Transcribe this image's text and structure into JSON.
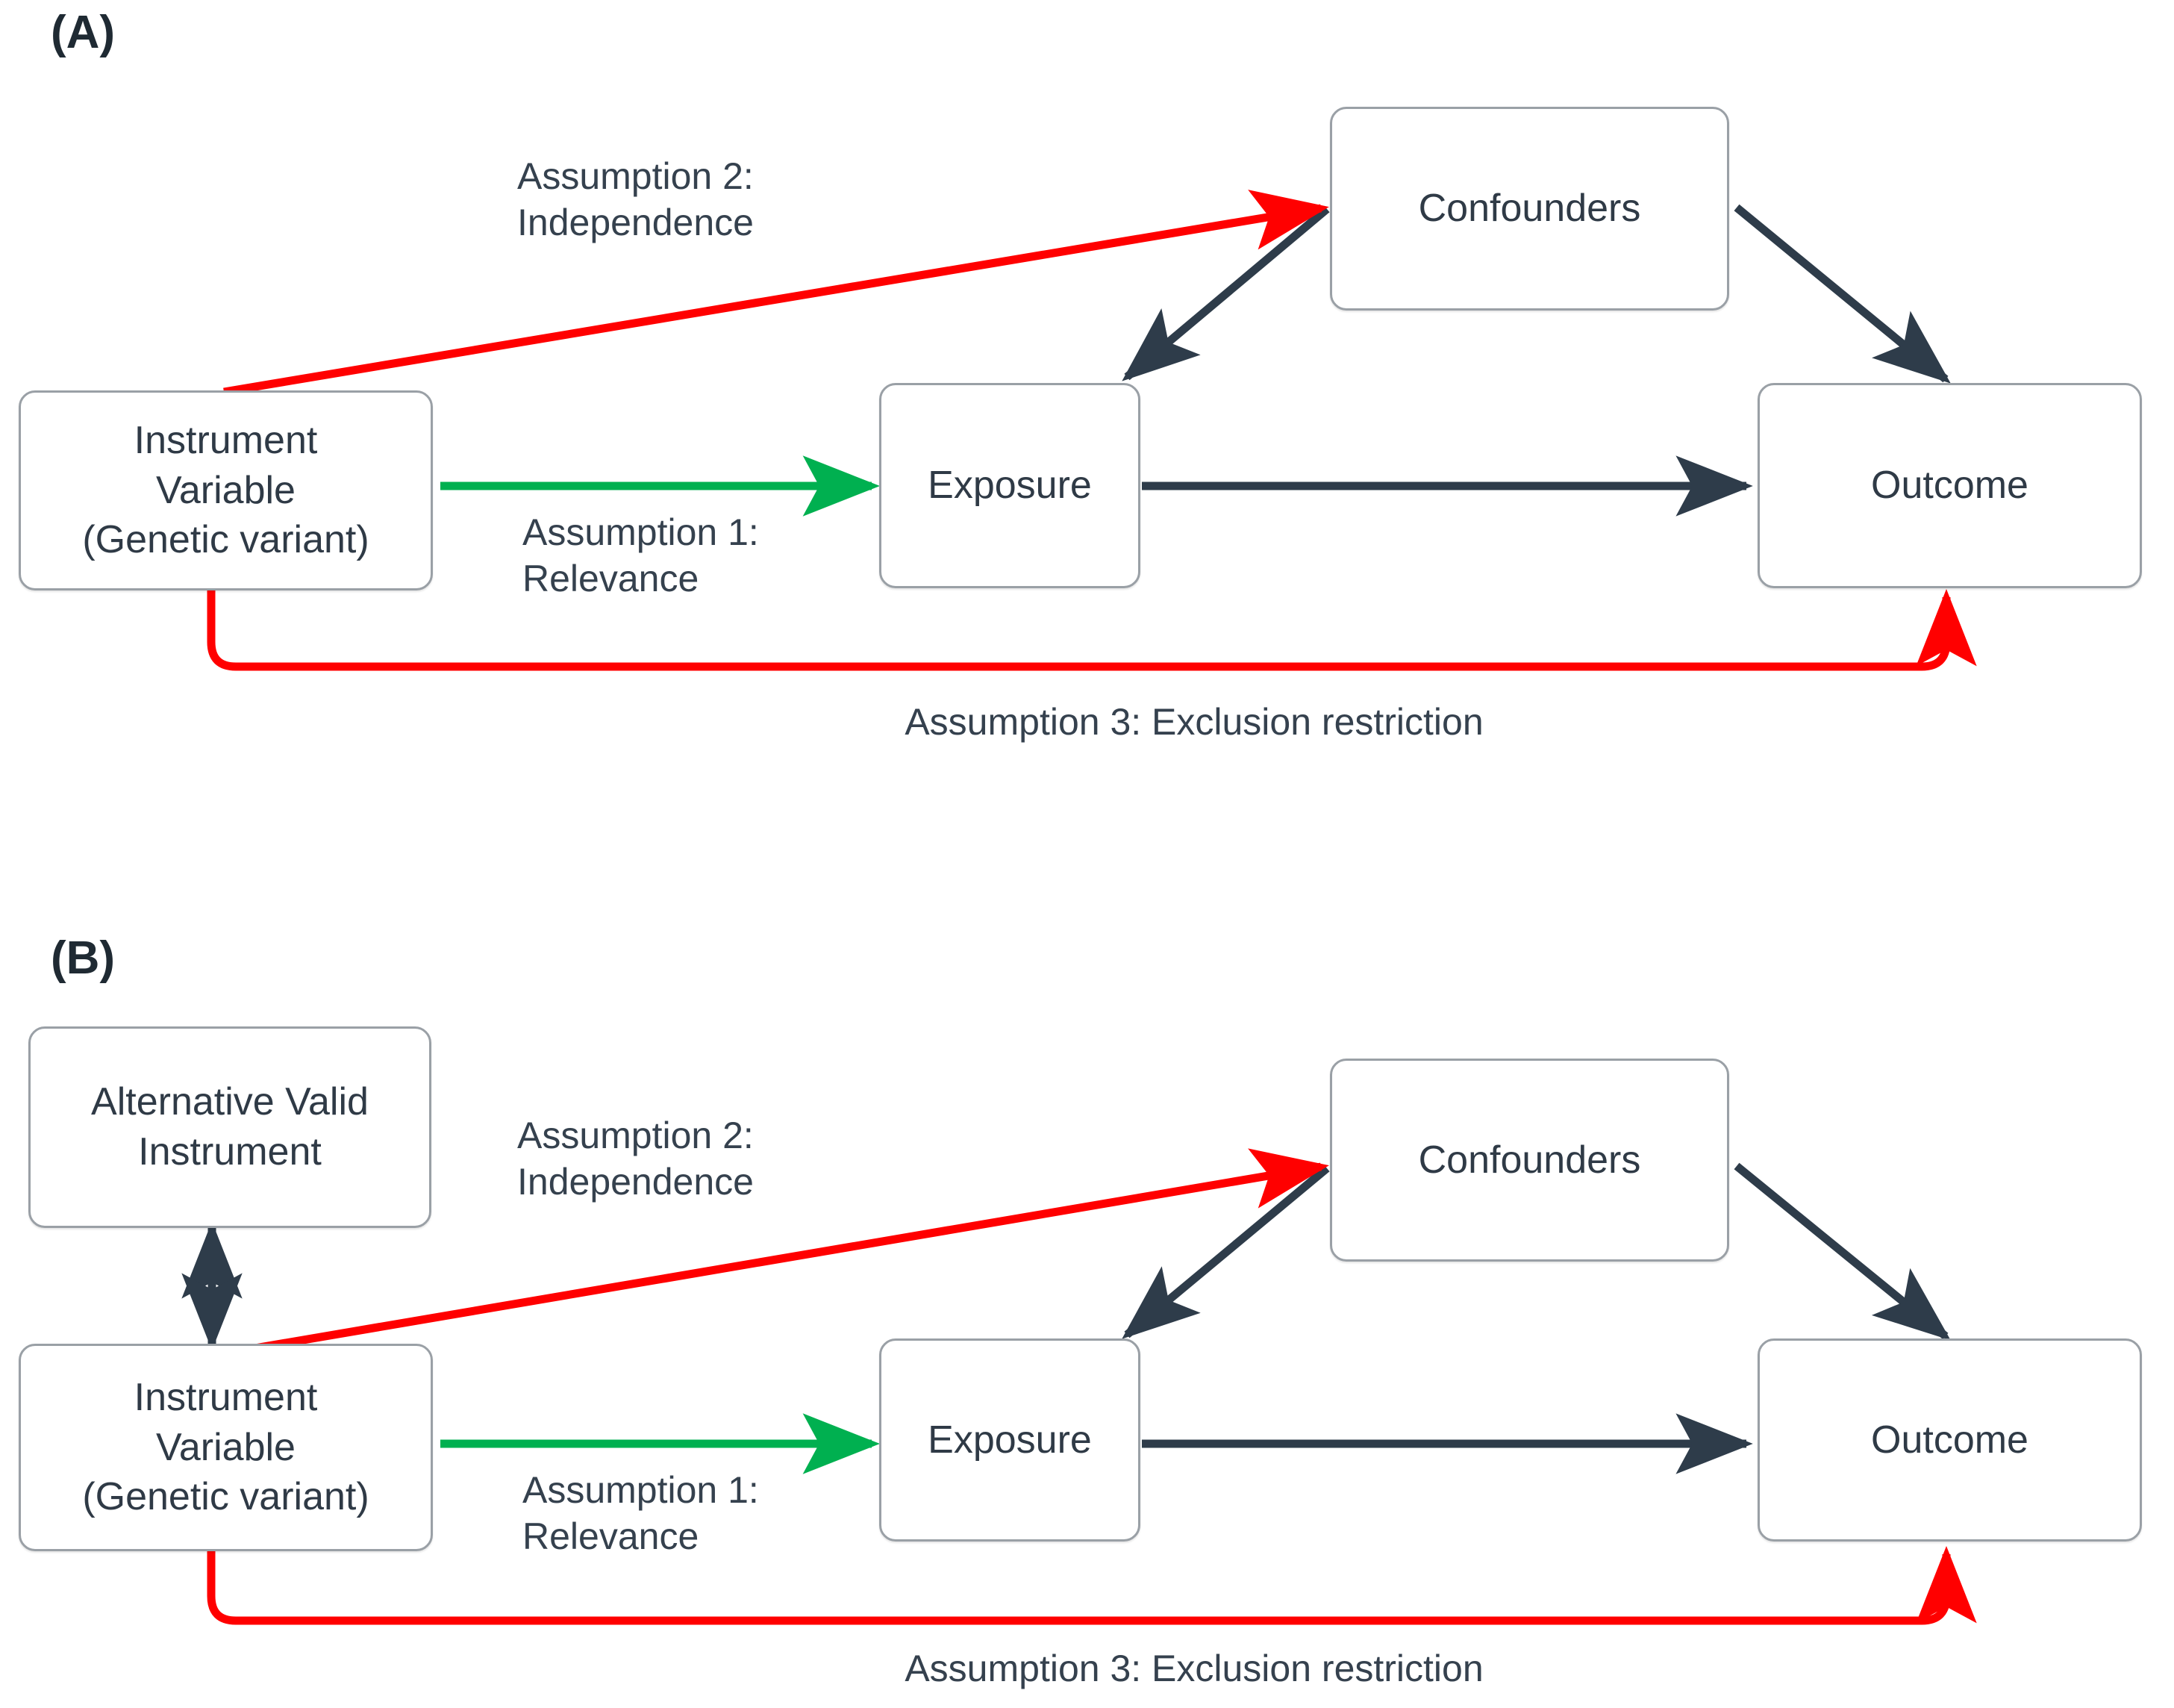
{
  "figure": {
    "type": "diagram",
    "description": "Mendelian randomization directed acyclic graph with two panels",
    "colors": {
      "node_border": "#9aa0a6",
      "node_fill": "#ffffff",
      "text": "#2f3a46",
      "causal_arrow": "#2e3c4a",
      "violation_arrow": "#ff0000",
      "relevance_arrow": "#00b050"
    }
  },
  "panels": [
    {
      "id": "A",
      "label": "(A)",
      "nodes": {
        "instrument": "Instrument\nVariable\n(Genetic variant)",
        "confounders": "Confounders",
        "exposure": "Exposure",
        "outcome": "Outcome"
      },
      "edge_labels": {
        "assumption2": "Assumption 2:\nIndependence",
        "assumption1": "Assumption 1:\nRelevance",
        "assumption3": "Assumption 3: Exclusion restriction"
      }
    },
    {
      "id": "B",
      "label": "(B)",
      "nodes": {
        "alternative": "Alternative Valid\nInstrument",
        "instrument": "Instrument\nVariable\n(Genetic variant)",
        "confounders": "Confounders",
        "exposure": "Exposure",
        "outcome": "Outcome"
      },
      "edge_labels": {
        "assumption2": "Assumption 2:\nIndependence",
        "assumption1": "Assumption 1:\nRelevance",
        "assumption3": "Assumption 3: Exclusion restriction"
      }
    }
  ]
}
